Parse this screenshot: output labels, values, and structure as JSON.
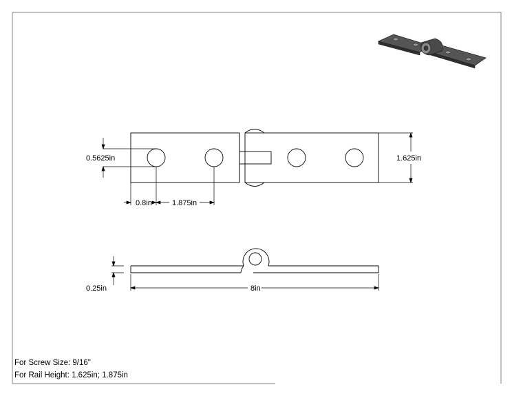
{
  "drawing": {
    "dimensions": {
      "hole_diameter": "0.5625in",
      "rail_height": "1.625in",
      "edge_offset": "0.8in",
      "hole_spacing": "1.875in",
      "thickness": "0.25in",
      "length": "8in"
    },
    "notes": {
      "screw_size": "For Screw Size: 9/16\"",
      "rail_height": "For Rail Height: 1.625in; 1.875in"
    }
  },
  "colors": {
    "line": "#000000",
    "border": "#808080",
    "iso_top": "#505050",
    "iso_side": "#2e2e2e",
    "iso_hole": "#9a9a9a"
  }
}
